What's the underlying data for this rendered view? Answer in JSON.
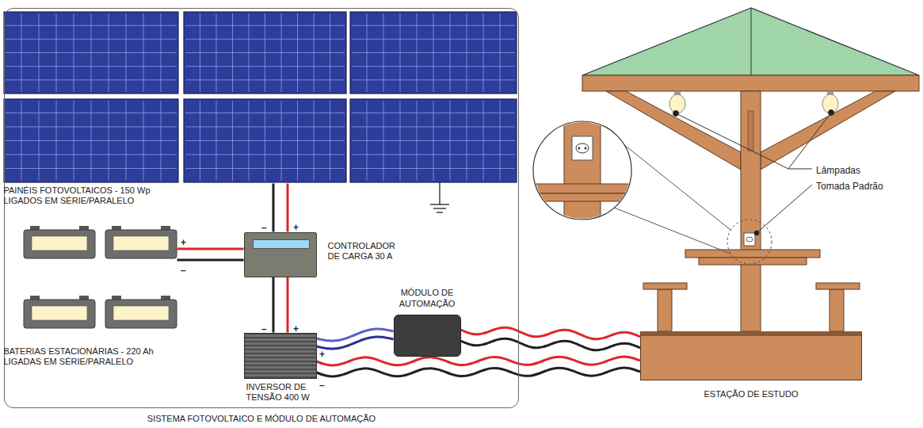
{
  "diagram": {
    "nodes": [
      {
        "text": [
          "SISTEMA FOTOVOLTAICO E MÓDULO DE AUTOMAÇÃO"
        ]
      },
      {
        "text": [
          "PAINÉIS FOTOVOLTAICOS - 150 Wp LIGADOS EM SÉRIE/PARALELO"
        ],
        "in": 0
      },
      {
        "text": [
          "BATERIAS ESTACIONÁRIAS - 220 Ah LIGADAS EM SÉRIE/PARALELO"
        ],
        "in": 0
      },
      {
        "text": [
          "CONTROLADOR DE CARGA 30 A"
        ],
        "in": 0
      },
      {
        "text": [
          "INVERSOR DE TENSÃO 400 W"
        ],
        "in": 0
      },
      {
        "text": [
          "MÓDULO DE AUTOMAÇÃO"
        ],
        "in": 0
      },
      {
        "text": [
          "ESTAÇÃO DE ESTUDO"
        ]
      }
    ],
    "edges": [
      {
        "from": 1,
        "to": 3,
        "arrow": "none"
      },
      {
        "from": 2,
        "to": 3,
        "arrow": "none"
      },
      {
        "from": 3,
        "to": 4,
        "arrow": "none"
      },
      {
        "from": 4,
        "to": 5,
        "arrow": "none"
      },
      {
        "from": 5,
        "to": 6,
        "arrow": "none"
      },
      {
        "from": 4,
        "to": 6,
        "arrow": "none"
      }
    ],
    "labels": [
      "–",
      "+",
      "+",
      "–",
      "–",
      "+",
      "+",
      "–",
      "Lâmpadas",
      "Tomada Padrão"
    ]
  }
}
